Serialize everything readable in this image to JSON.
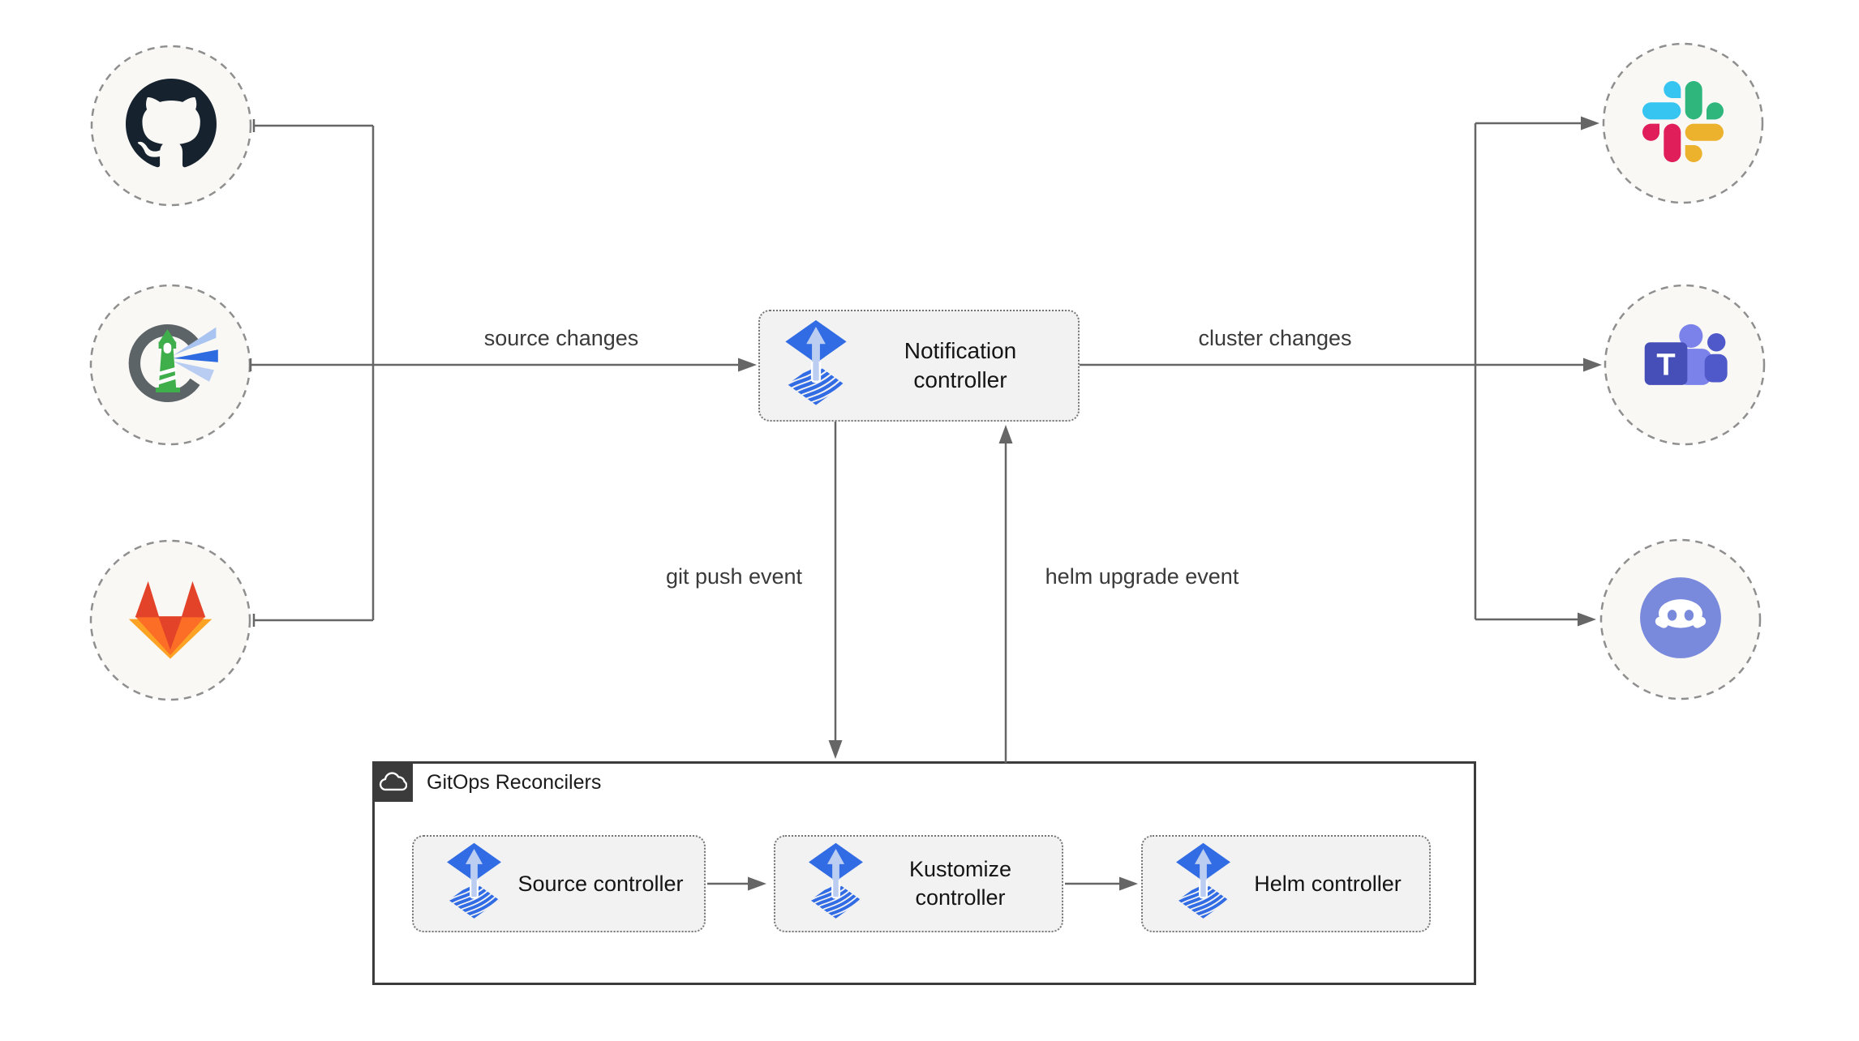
{
  "diagram": {
    "source_nodes": [
      {
        "icon": "github-icon"
      },
      {
        "icon": "harbor-icon"
      },
      {
        "icon": "gitlab-icon"
      }
    ],
    "notify_nodes": [
      {
        "icon": "slack-icon"
      },
      {
        "icon": "teams-icon"
      },
      {
        "icon": "discord-icon"
      }
    ],
    "notification_controller": {
      "label": "Notification controller",
      "icon": "flux-icon"
    },
    "edges": {
      "source_changes": "source changes",
      "cluster_changes": "cluster changes",
      "git_push_event": "git push event",
      "helm_upgrade_event": "helm upgrade event"
    },
    "reconcilers_container": {
      "title": "GitOps Reconcilers",
      "icon": "cloud-icon"
    },
    "reconcilers": [
      {
        "label": "Source controller",
        "icon": "flux-icon"
      },
      {
        "label": "Kustomize controller",
        "icon": "flux-icon"
      },
      {
        "label": "Helm controller",
        "icon": "flux-icon"
      }
    ],
    "teams_logo_letter": "T",
    "colors": {
      "flux_blue": "#316CE4",
      "flux_arrow_light": "#BCCDF2",
      "line_gray": "#666666",
      "node_fill": "#F2F2F2",
      "circle_fill": "#F9F8F5",
      "circle_dash": "#8F8F8F",
      "container_border": "#3B3B3B",
      "github_dark": "#16222E",
      "gitlab_red": "#E24329",
      "gitlab_orange": "#FC6D26",
      "gitlab_yellow": "#FCA326",
      "harbor_gray": "#5D6467",
      "harbor_green": "#3FAF4C",
      "slack_blue": "#36C5F0",
      "slack_green": "#2EB67D",
      "slack_red": "#E01E5A",
      "slack_yellow": "#ECB22E",
      "teams_purple": "#464EB8",
      "teams_light": "#7B83EB",
      "teams_mid": "#5059C9",
      "discord_blurple": "#7989DC"
    }
  }
}
